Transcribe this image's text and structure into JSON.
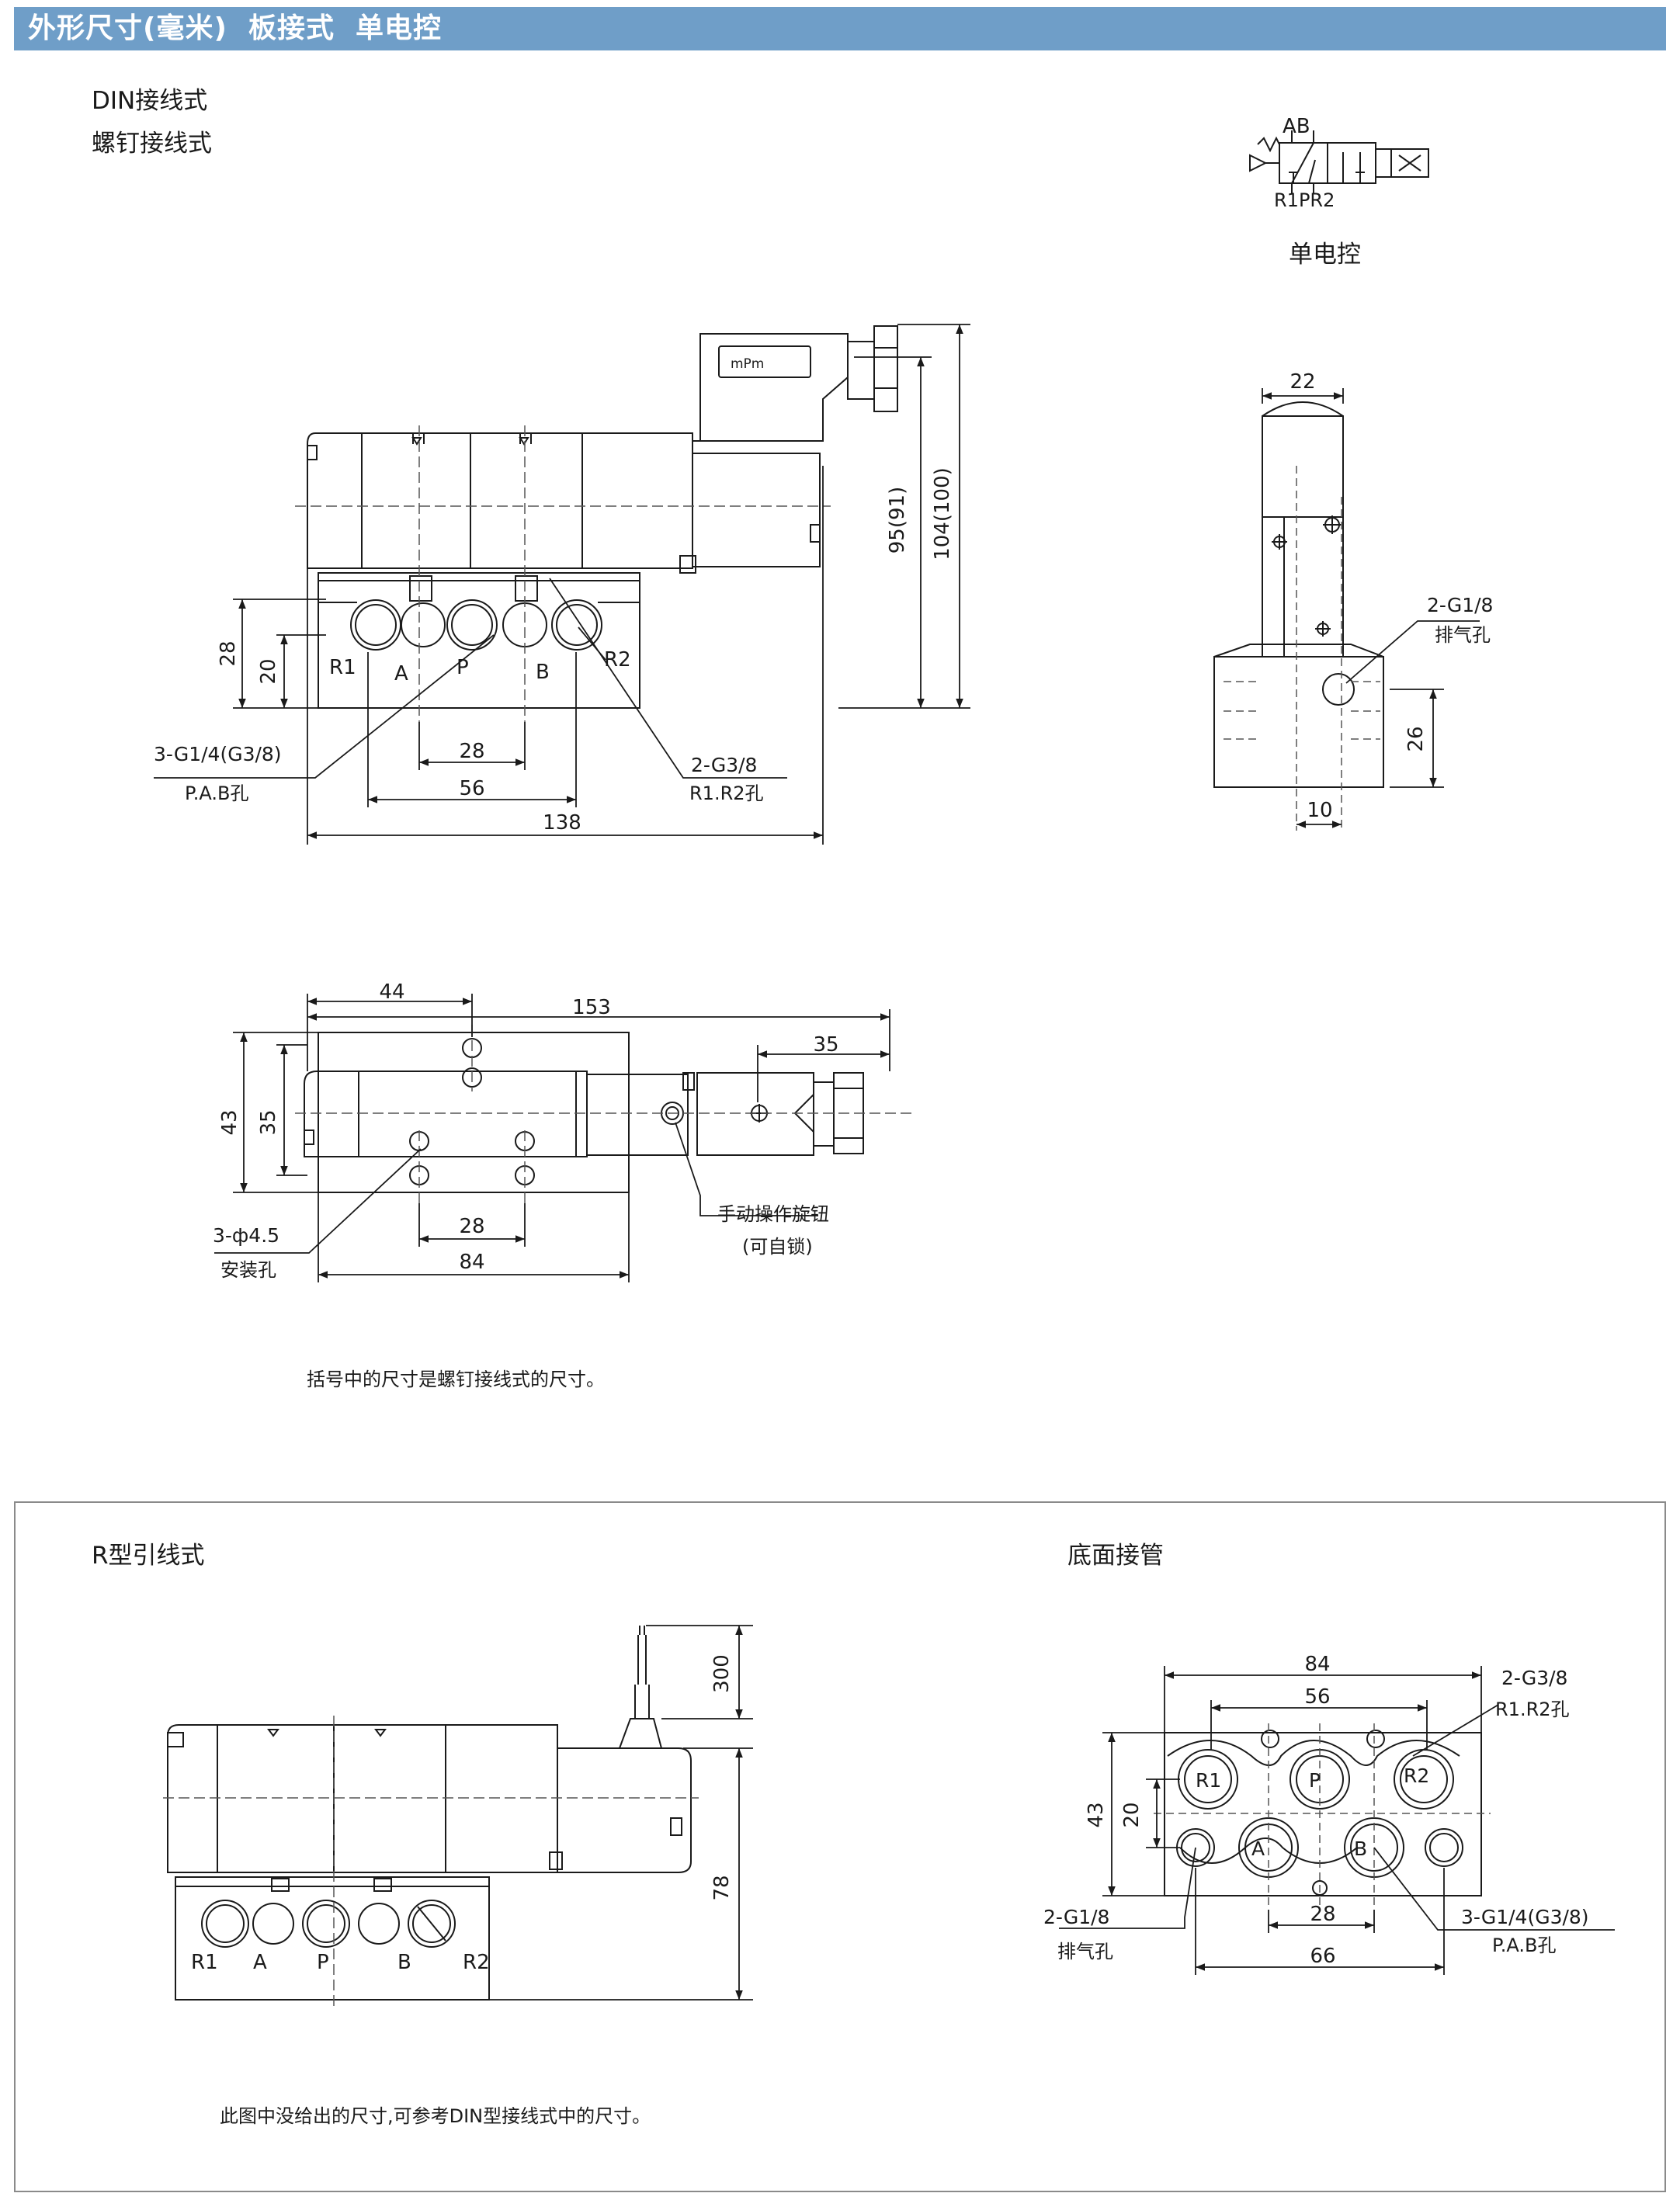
{
  "header": {
    "title": "外形尺寸(毫米)  板接式  单电控"
  },
  "din": {
    "label1": "DIN接线式",
    "label2": "螺钉接线式"
  },
  "symbol": {
    "ports_top": "AB",
    "ports_bottom": "R1PR2",
    "caption": "单电控"
  },
  "coil_brand": "mPm",
  "front": {
    "dims": {
      "h28": "28",
      "h20": "20",
      "p28": "28",
      "p56": "56",
      "w138": "138",
      "h95": "95(91)",
      "h104": "104(100)"
    },
    "ports": [
      "R1",
      "A",
      "P",
      "B",
      "R2"
    ],
    "callout_left": {
      "line1": "3-G1/4(G3/8)",
      "line2": "P.A.B孔"
    },
    "callout_right": {
      "line1": "2-G3/8",
      "line2": "R1.R2孔"
    }
  },
  "side": {
    "dims": {
      "w22": "22",
      "h26": "26",
      "w10": "10"
    },
    "callout": {
      "line1": "2-G1/8",
      "line2": "排气孔"
    }
  },
  "top": {
    "dims": {
      "w44": "44",
      "w153": "153",
      "w35": "35",
      "h43": "43",
      "h35": "35",
      "p28": "28",
      "w84": "84"
    },
    "callout_holes": {
      "line1": "3-ф4.5",
      "line2": "安装孔"
    },
    "callout_knob": {
      "line1": "手动操作旋钮",
      "line2": "(可自锁)"
    }
  },
  "note_bracket": "括号中的尺寸是螺钉接线式的尺寸。",
  "rlead": {
    "label": "R型引线式",
    "dims": {
      "h300": "300",
      "h78": "78"
    },
    "ports": [
      "R1",
      "A",
      "P",
      "B",
      "R2"
    ],
    "note": "此图中没给出的尺寸,可参考DIN型接线式中的尺寸。"
  },
  "bottom": {
    "label": "底面接管",
    "dims": {
      "w84": "84",
      "w56": "56",
      "h43": "43",
      "h20": "20",
      "p28": "28",
      "w66": "66"
    },
    "ports": [
      "R1",
      "P",
      "R2",
      "A",
      "B"
    ],
    "callout_r": {
      "line1": "2-G3/8",
      "line2": "R1.R2孔"
    },
    "callout_exhaust": {
      "line1": "2-G1/8",
      "line2": "排气孔"
    },
    "callout_pab": {
      "line1": "3-G1/4(G3/8)",
      "line2": "P.A.B孔"
    }
  }
}
